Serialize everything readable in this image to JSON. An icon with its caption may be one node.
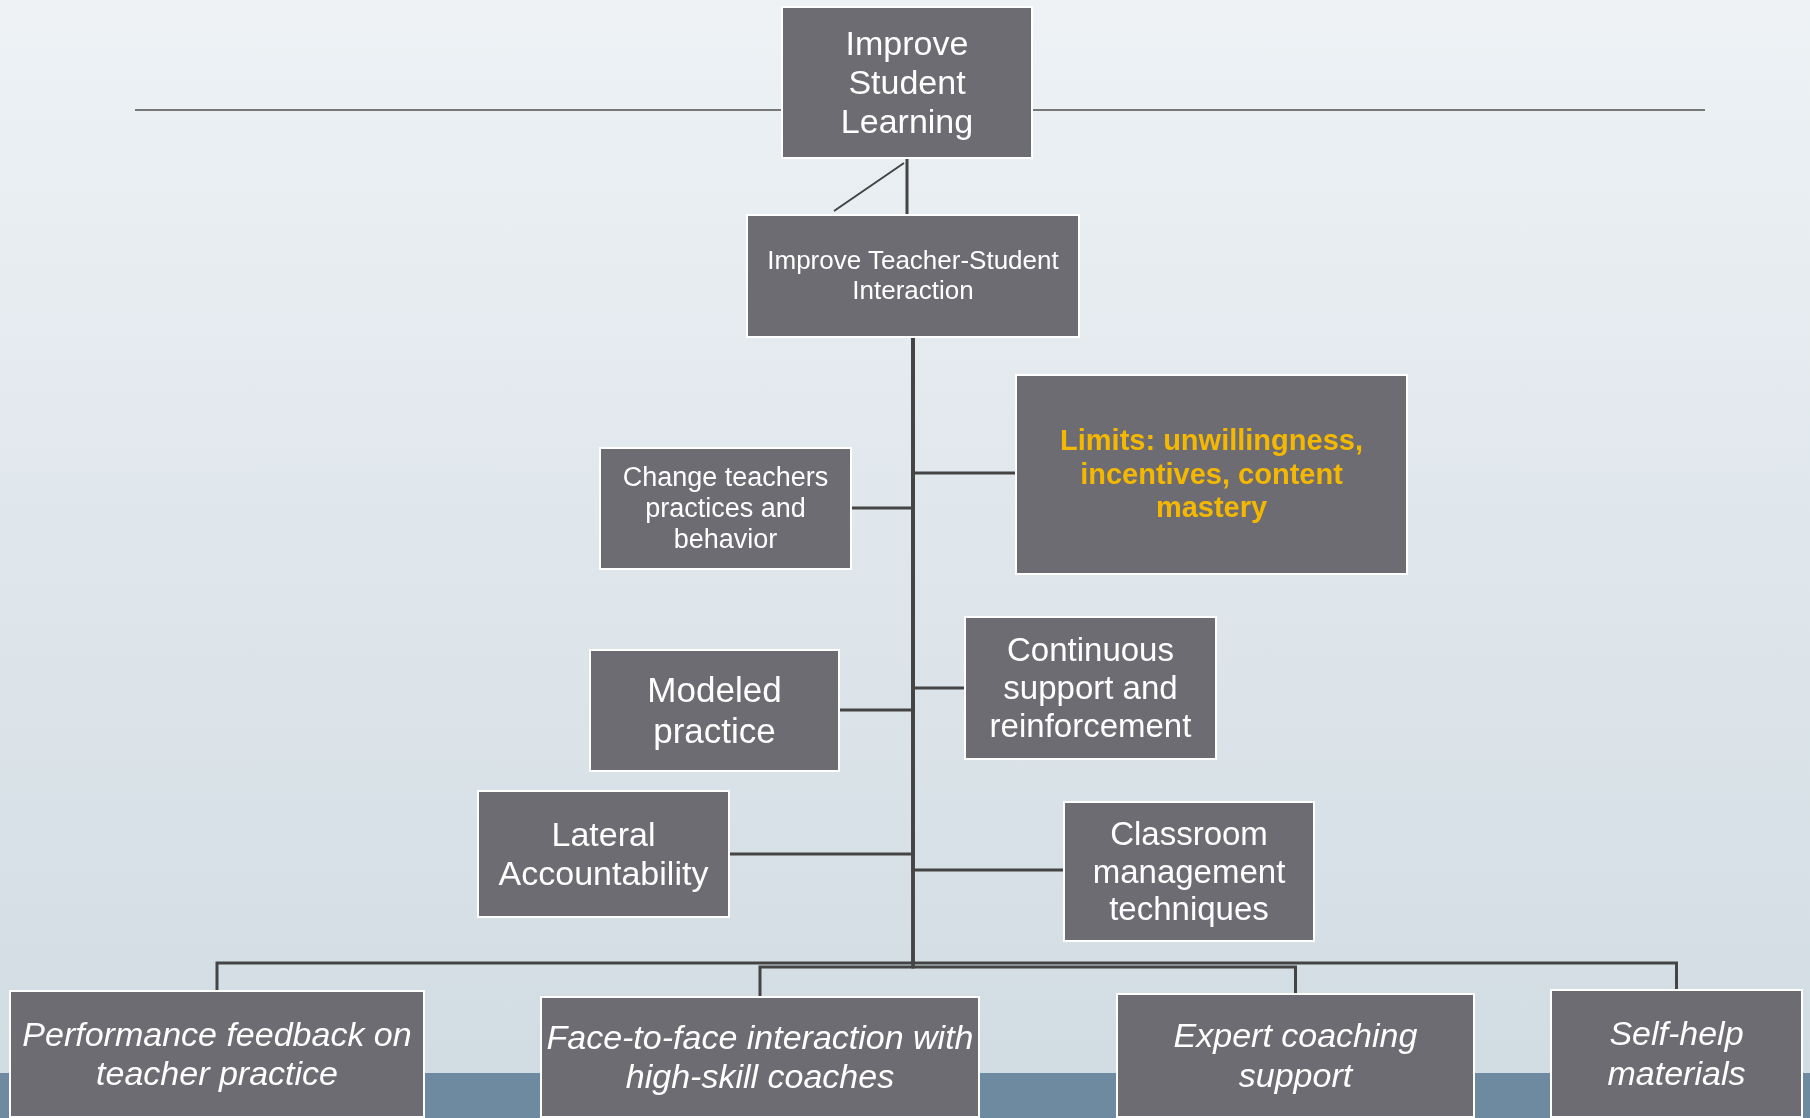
{
  "diagram": {
    "nodes": [
      {
        "text": [
          "Improve Student Learning"
        ]
      },
      {
        "text": [
          "Improve Teacher-Student Interaction"
        ]
      },
      {
        "text": [
          "Change teachers practices and behavior"
        ]
      },
      {
        "text": [
          "Limits: unwillingness, incentives, content mastery"
        ]
      },
      {
        "text": [
          "Modeled practice"
        ]
      },
      {
        "text": [
          "Continuous support and reinforcement"
        ]
      },
      {
        "text": [
          "Lateral Accountability"
        ]
      },
      {
        "text": [
          "Classroom management techniques"
        ]
      },
      {
        "text": [
          "Performance feedback on teacher practice"
        ]
      },
      {
        "text": [
          "Face-to-face interaction with high-skill coaches"
        ]
      },
      {
        "text": [
          "Expert coaching support"
        ]
      },
      {
        "text": [
          "Self-help materials"
        ]
      }
    ],
    "edges": [
      {
        "from": 0,
        "to": 1,
        "arrow": "none"
      },
      {
        "from": 1,
        "to": 2,
        "arrow": "none"
      },
      {
        "from": 1,
        "to": 3,
        "arrow": "none"
      },
      {
        "from": 1,
        "to": 4,
        "arrow": "none"
      },
      {
        "from": 1,
        "to": 5,
        "arrow": "none"
      },
      {
        "from": 1,
        "to": 6,
        "arrow": "none"
      },
      {
        "from": 1,
        "to": 7,
        "arrow": "none"
      },
      {
        "from": 1,
        "to": 8,
        "arrow": "none"
      },
      {
        "from": 1,
        "to": 9,
        "arrow": "none"
      },
      {
        "from": 1,
        "to": 10,
        "arrow": "none"
      },
      {
        "from": 1,
        "to": 11,
        "arrow": "none"
      }
    ]
  }
}
